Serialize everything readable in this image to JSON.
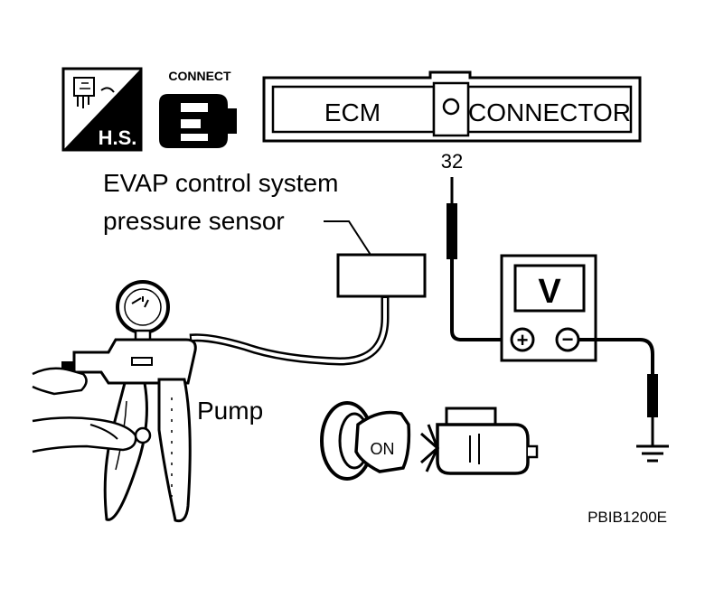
{
  "badges": {
    "hs_label": "H.S.",
    "connect_label": "CONNECT"
  },
  "connector": {
    "left_label": "ECM",
    "right_label": "CONNECTOR",
    "terminal": "32"
  },
  "sensor_label": {
    "line1": "EVAP control system",
    "line2": "pressure sensor"
  },
  "pump_label": "Pump",
  "voltmeter": {
    "display": "V",
    "plus_symbol": "+",
    "minus_symbol": "−"
  },
  "ignition": {
    "key_label": "ON"
  },
  "figure_code": "PBIB1200E",
  "colors": {
    "ink": "#000000",
    "paper": "#ffffff"
  },
  "icons": [
    "hs-check-icon",
    "connect-plug-icon",
    "ignition-key-icon",
    "engine-icon",
    "ground-symbol-icon",
    "pressure-gauge-icon"
  ]
}
